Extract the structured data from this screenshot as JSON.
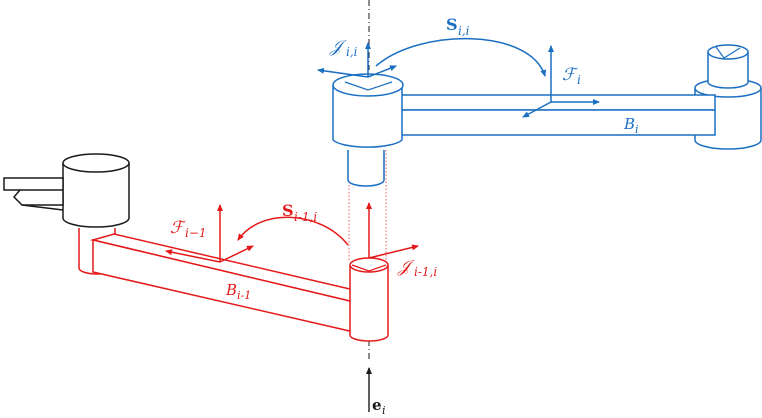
{
  "colors": {
    "blue": "#1a6fc2",
    "red": "#e41a1a",
    "black": "#1a1a1a",
    "background": "#ffffff"
  },
  "labels": {
    "joint_i": {
      "main": "𝒥",
      "sub": "i,i"
    },
    "screw_i": {
      "main": "S",
      "sub": "i,i"
    },
    "frame_i": {
      "main": "ℱ",
      "sub": "i"
    },
    "body_i": {
      "main": "B",
      "sub": "i"
    },
    "frame_prev": {
      "main": "ℱ",
      "sub": "i−1"
    },
    "screw_prev": {
      "main": "S",
      "sub": "i-1,i"
    },
    "joint_prev": {
      "main": "𝒥",
      "sub": "i-1,i"
    },
    "body_prev": {
      "main": "B",
      "sub": "i-1"
    },
    "axis": {
      "main": "e",
      "sub": "i"
    }
  }
}
